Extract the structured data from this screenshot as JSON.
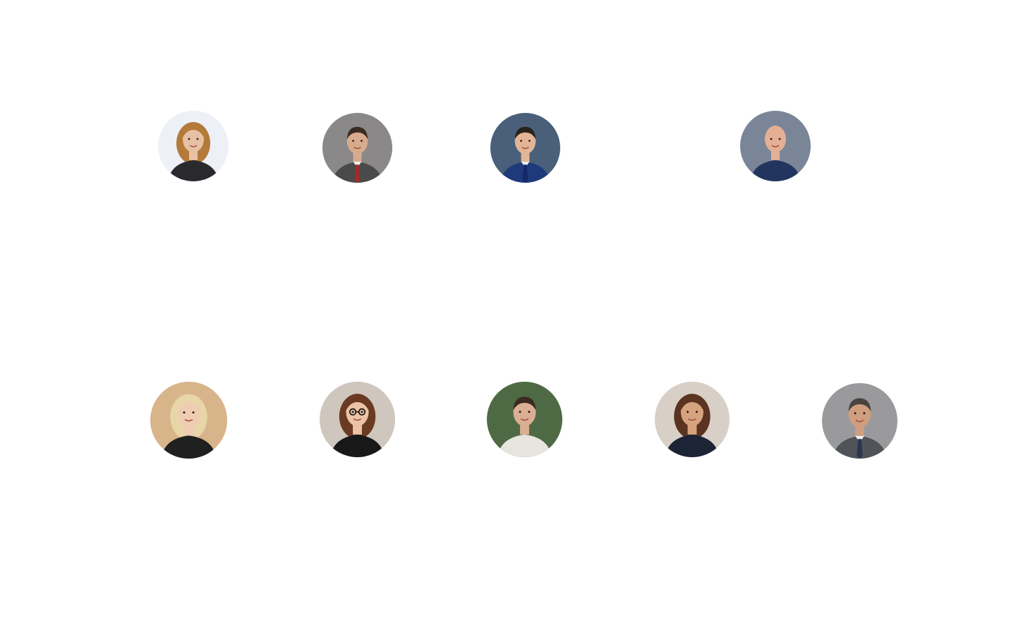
{
  "speakers": [
    {
      "photo": "speaker-photo",
      "bg": "#eef0f8",
      "skin": "#e7c1a4",
      "hair": "#b47a3a",
      "shirt": "#2a2a2e",
      "hair_style": "long"
    },
    {
      "photo": "speaker-photo",
      "bg": "#8a8888",
      "skin": "#d8ab8d",
      "hair": "#3a2c24",
      "shirt": "#4a4a4a",
      "hair_style": "short",
      "tie": "#a32a2a"
    },
    {
      "photo": "speaker-photo",
      "bg": "#4a5f7a",
      "skin": "#e2b596",
      "hair": "#2a221e",
      "shirt": "#1e3a7a",
      "hair_style": "short",
      "tie": "#14286a"
    },
    {
      "photo": "speaker-photo",
      "bg": "#7a8698",
      "skin": "#e3b095",
      "hair": "#e3b095",
      "shirt": "#22355e",
      "hair_style": "bald"
    },
    {
      "photo": "speaker-photo",
      "bg": "#d8b48a",
      "skin": "#efcdb3",
      "hair": "#e8d6a8",
      "shirt": "#202020",
      "hair_style": "long"
    },
    {
      "photo": "speaker-photo",
      "bg": "#cfc6bd",
      "skin": "#ecc3a6",
      "hair": "#6a3a22",
      "shirt": "#181818",
      "hair_style": "long",
      "glasses": true
    },
    {
      "photo": "speaker-photo",
      "bg": "#4e6a44",
      "skin": "#dcae94",
      "hair": "#3a2a20",
      "shirt": "#e8e4e0",
      "hair_style": "short"
    },
    {
      "photo": "speaker-photo",
      "bg": "#d8d0c6",
      "skin": "#d6a37f",
      "hair": "#5a3420",
      "shirt": "#1c2436",
      "hair_style": "long"
    },
    {
      "photo": "speaker-photo",
      "bg": "#9a9a9c",
      "skin": "#cf9d80",
      "hair": "#4a4440",
      "shirt": "#505458",
      "hair_style": "short",
      "tie": "#2a3550"
    }
  ]
}
